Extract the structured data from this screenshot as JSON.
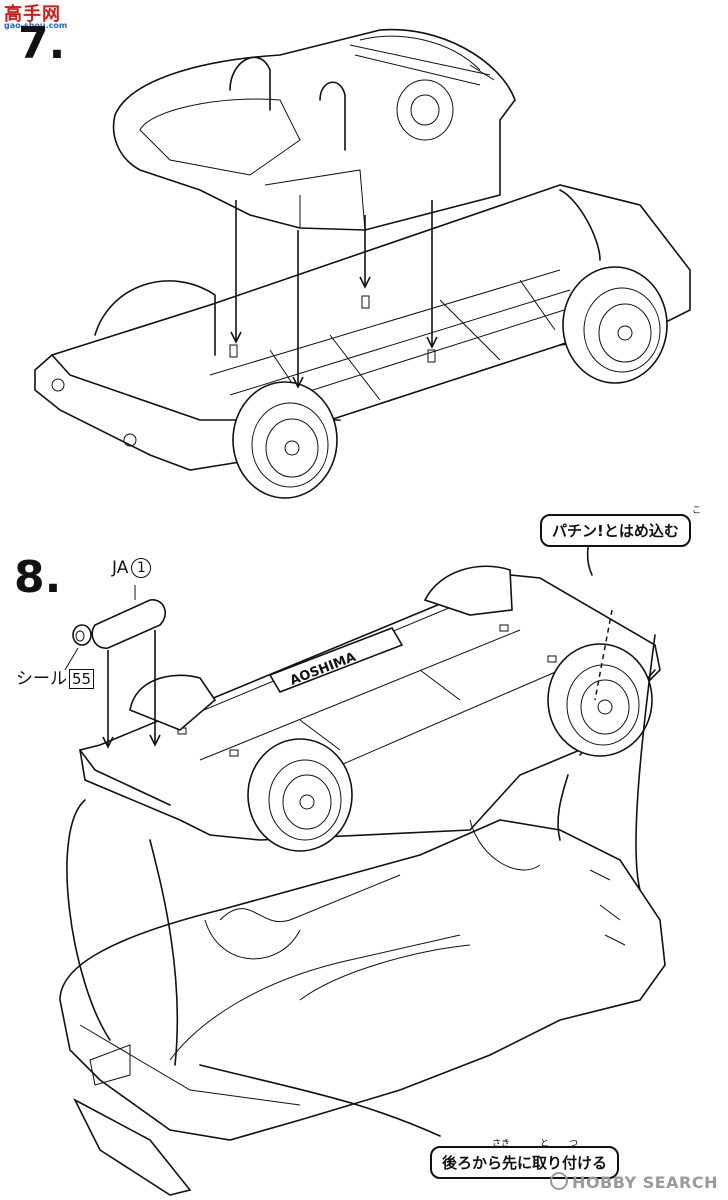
{
  "watermark_logo": {
    "cn": "高手网",
    "url": "gao-shou.com"
  },
  "step7": {
    "number": "7."
  },
  "step8": {
    "number": "8.",
    "part_label": "JA",
    "part_number": "1",
    "seal_label": "シール",
    "seal_number": "55",
    "brand_text": "AOSHIMA",
    "callout_top": "パチン!とはめ込む",
    "callout_top_ruby": "こ",
    "callout_bottom": "後ろから先に取り付ける",
    "callout_bottom_ruby": [
      "さき",
      "と",
      "つ"
    ]
  },
  "footer": {
    "watermark": "HOBBY SEARCH"
  }
}
